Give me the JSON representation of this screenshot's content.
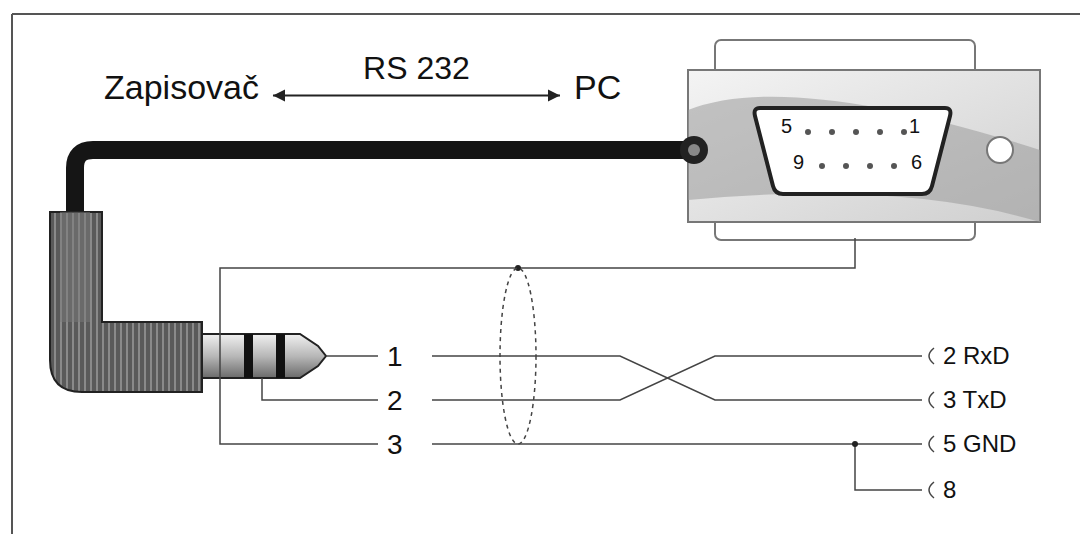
{
  "diagram": {
    "nodes": [
      {
        "text": [
          "Zapisovač"
        ]
      },
      {
        "text": [
          "PC"
        ]
      }
    ],
    "edges": [
      {
        "from": 0,
        "to": 1,
        "arrow": "both",
        "label": "RS 232"
      }
    ],
    "labels": [
      "5",
      "1",
      "9",
      "6",
      "1",
      "2",
      "3",
      "2 RxD",
      "3 TxD",
      "5 GND",
      "8"
    ]
  }
}
